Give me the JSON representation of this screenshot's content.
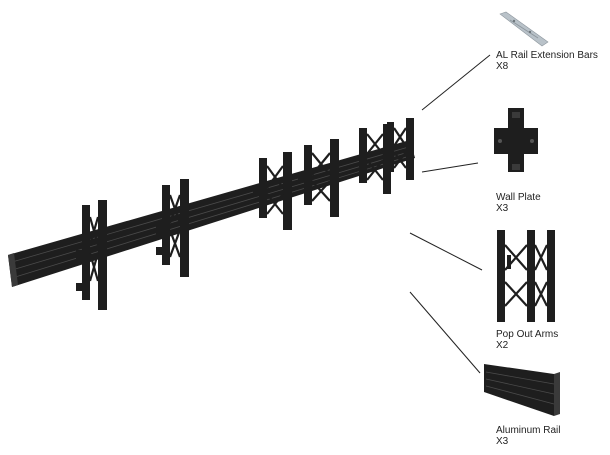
{
  "colors": {
    "hardware": "#1e1e1e",
    "hardware_light": "#3a3a3a",
    "leader_line": "#222222",
    "extension_bar": "#b9c2c9",
    "text": "#222222"
  },
  "parts": [
    {
      "id": "extension-bars",
      "name": "AL Rail Extension Bars",
      "qty": "X8",
      "icon": "extension-bar-icon"
    },
    {
      "id": "wall-plate",
      "name": "Wall Plate",
      "qty": "X3",
      "icon": "wall-plate-icon"
    },
    {
      "id": "pop-out-arms",
      "name": "Pop Out Arms",
      "qty": "X2",
      "icon": "pop-out-arms-icon"
    },
    {
      "id": "aluminum-rail",
      "name": "Aluminum Rail",
      "qty": "X3",
      "icon": "aluminum-rail-icon"
    }
  ]
}
